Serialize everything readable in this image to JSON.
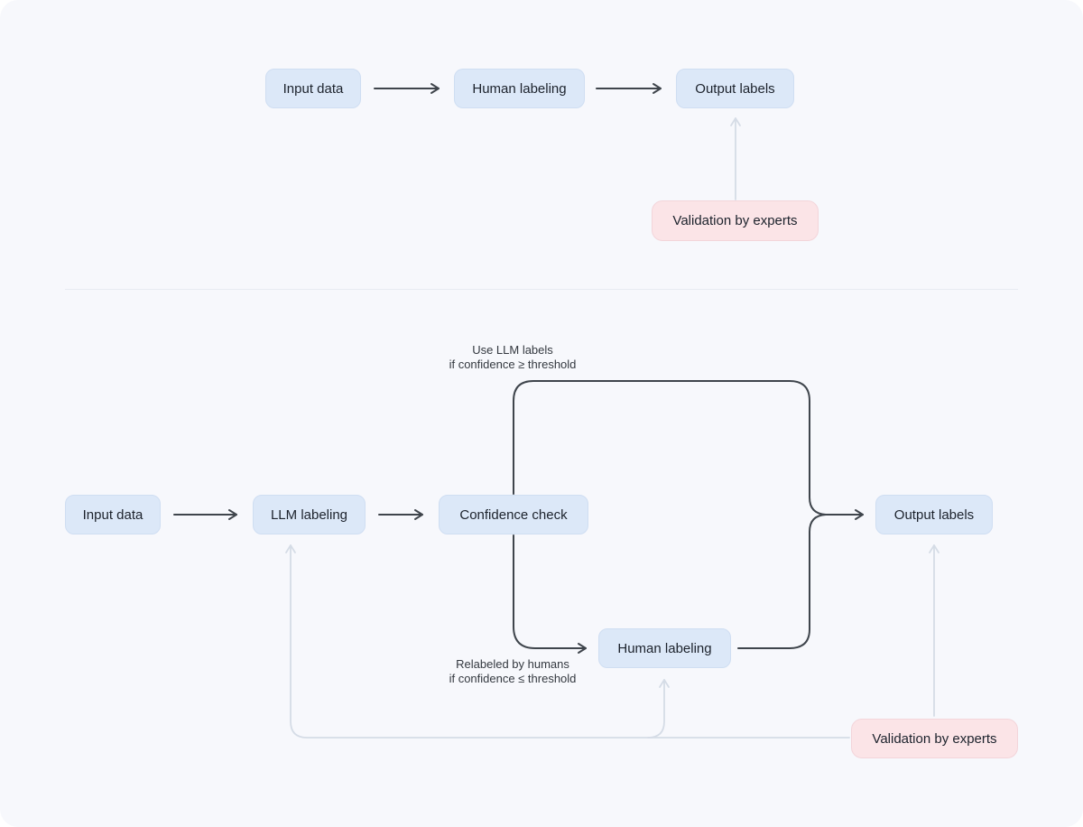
{
  "colors": {
    "background": "#f7f8fc",
    "node_blue_fill": "#dce8f8",
    "node_blue_border": "#cfdef2",
    "node_pink_fill": "#fbe4e7",
    "node_pink_border": "#f3d5da",
    "arrow_dark": "#3f454c",
    "arrow_light": "#d5dce6",
    "node_text": "#1c222c",
    "annotation_text": "#33383f",
    "divider": "#e8ebf2"
  },
  "top_diagram": {
    "nodes": {
      "input": "Input data",
      "human": "Human labeling",
      "output": "Output labels",
      "validation": "Validation by experts"
    }
  },
  "bottom_diagram": {
    "nodes": {
      "input": "Input data",
      "llm": "LLM labeling",
      "confidence": "Confidence check",
      "human": "Human labeling",
      "output": "Output labels",
      "validation": "Validation by experts"
    },
    "annotations": {
      "high_confidence": {
        "line1": "Use LLM labels",
        "line2": "if confidence ≥ threshold"
      },
      "low_confidence": {
        "line1": "Relabeled by humans",
        "line2": "if confidence ≤ threshold"
      }
    }
  }
}
